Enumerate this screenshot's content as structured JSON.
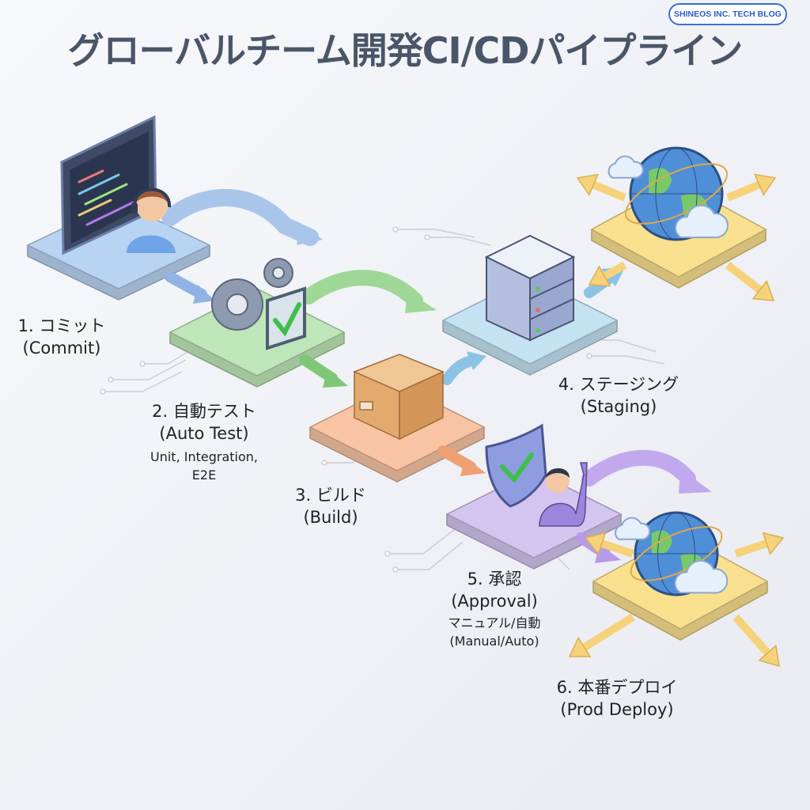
{
  "title": "グローバルチーム開発CI/CDパイプライン",
  "badge": "SHINEOS INC. TECH BLOG",
  "steps": [
    {
      "label": "1. コミット",
      "en": "(Commit)",
      "color": "#b9d3f2"
    },
    {
      "label": "2. 自動テスト",
      "en": "(Auto Test)",
      "detail": "Unit, Integration,",
      "detail2": "E2E",
      "color": "#bfe6b8"
    },
    {
      "label": "3. ビルド",
      "en": "(Build)",
      "color": "#f8c4a4"
    },
    {
      "label": "4. ステージング",
      "en": "(Staging)",
      "color": "#c4e2f2"
    },
    {
      "label": "5. 承認",
      "en": "(Approval)",
      "detail": "マニュアル/自動",
      "detail2": "(Manual/Auto)",
      "color": "#d4c4f0"
    },
    {
      "label": "6. 本番デプロイ",
      "en": "(Prod Deploy)",
      "color": "#f9e08e"
    }
  ]
}
